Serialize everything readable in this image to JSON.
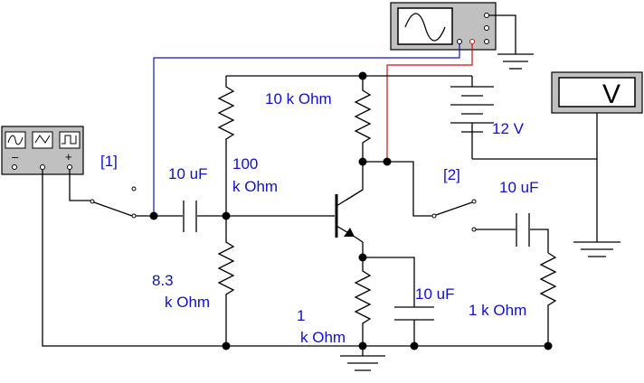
{
  "labels": {
    "switch1": "[1]",
    "switch2": "[2]",
    "c_in": "10 uF",
    "r_bias_top_value": "100",
    "r_bias_top_unit": "k Ohm",
    "r_collector": "10 k Ohm",
    "battery": "12 V",
    "c_out": "10 uF",
    "r_bias_bottom_value": "8.3",
    "r_bias_bottom_unit": "k Ohm",
    "c_emitter": "10 uF",
    "r_emitter_value": "1",
    "r_emitter_unit": "k Ohm",
    "r_load": "1 k Ohm",
    "voltmeter": "V"
  },
  "colors": {
    "label": "#1010c8",
    "wire": "#000000",
    "scope_probe_a": "#1010c8",
    "scope_probe_b": "#c81010",
    "instrument_body": "#c0c0c0"
  },
  "icons": {
    "function_generator": "function-generator-icon",
    "oscilloscope": "oscilloscope-icon",
    "voltmeter": "voltmeter-icon",
    "transistor": "npn-transistor-icon",
    "ground": "ground-icon",
    "battery": "battery-icon"
  }
}
